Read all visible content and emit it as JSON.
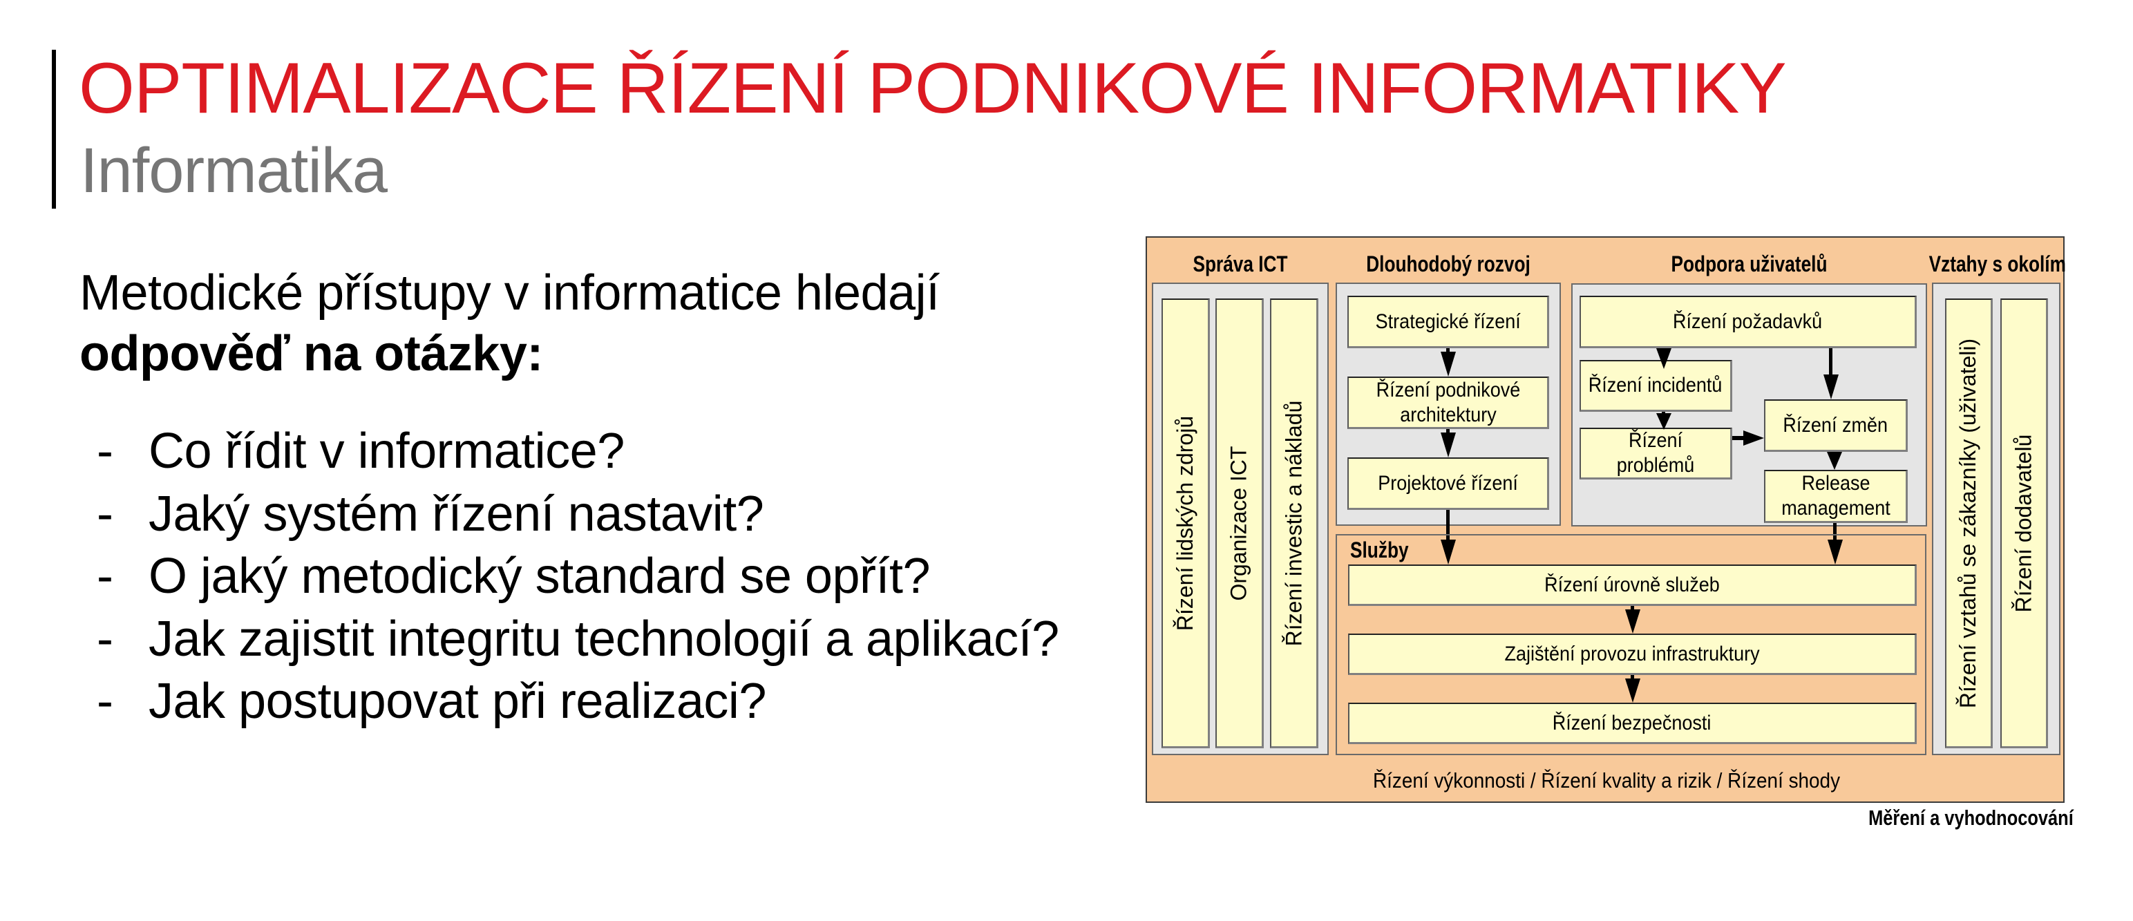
{
  "slide": {
    "title": "OPTIMALIZACE ŘÍZENÍ PODNIKOVÉ INFORMATIKY",
    "subtitle": "Informatika",
    "intro_line1": "Metodické přístupy v informatice hledají",
    "intro_line2_bold": "odpověď na otázky:",
    "bullet_marker": "-",
    "bullets": [
      "Co řídit v informatice?",
      "Jaký systém řízení nastavit?",
      "O jaký metodický standard se opřít?",
      "Jak zajistit integritu technologií a aplikací?",
      "Jak postupovat při realizaci?"
    ],
    "colors": {
      "title": "#dc1a22",
      "subtitle": "#767676",
      "diagram_background": "#f8c99a",
      "panel_background": "#e5e5e5",
      "box_background": "#fefccb"
    }
  },
  "diagram": {
    "sections": {
      "sprava_ict": {
        "heading": "Správa ICT",
        "columns": [
          "Řízení lidských zdrojů",
          "Organizace ICT",
          "Řízení investic a nákladů"
        ]
      },
      "dlouhodoby_rozvoj": {
        "heading": "Dlouhodobý rozvoj",
        "boxes": [
          "Strategické řízení",
          "Řízení podnikové architektury",
          "Projektové řízení"
        ]
      },
      "podpora_uzivatelu": {
        "heading": "Podpora uživatelů",
        "boxes": {
          "pozadavky": "Řízení požadavků",
          "incidenty": "Řízení incidentů",
          "problemy": "Řízení problémů",
          "zmeny": "Řízení změn",
          "release": "Release management"
        }
      },
      "vztahy_s_okolim": {
        "heading": "Vztahy s okolím",
        "columns": [
          "Řízení vztahů se zákazníky (uživateli)",
          "Řízení dodavatelů"
        ]
      },
      "sluzby": {
        "heading": "Služby",
        "boxes": [
          "Řízení úrovně služeb",
          "Zajištění provozu infrastruktury",
          "Řízení bezpečnosti"
        ]
      }
    },
    "bottom_label": "Řízení výkonnosti / Řízení kvality a rizik / Řízení shody",
    "caption": "Měření a vyhodnocování"
  }
}
